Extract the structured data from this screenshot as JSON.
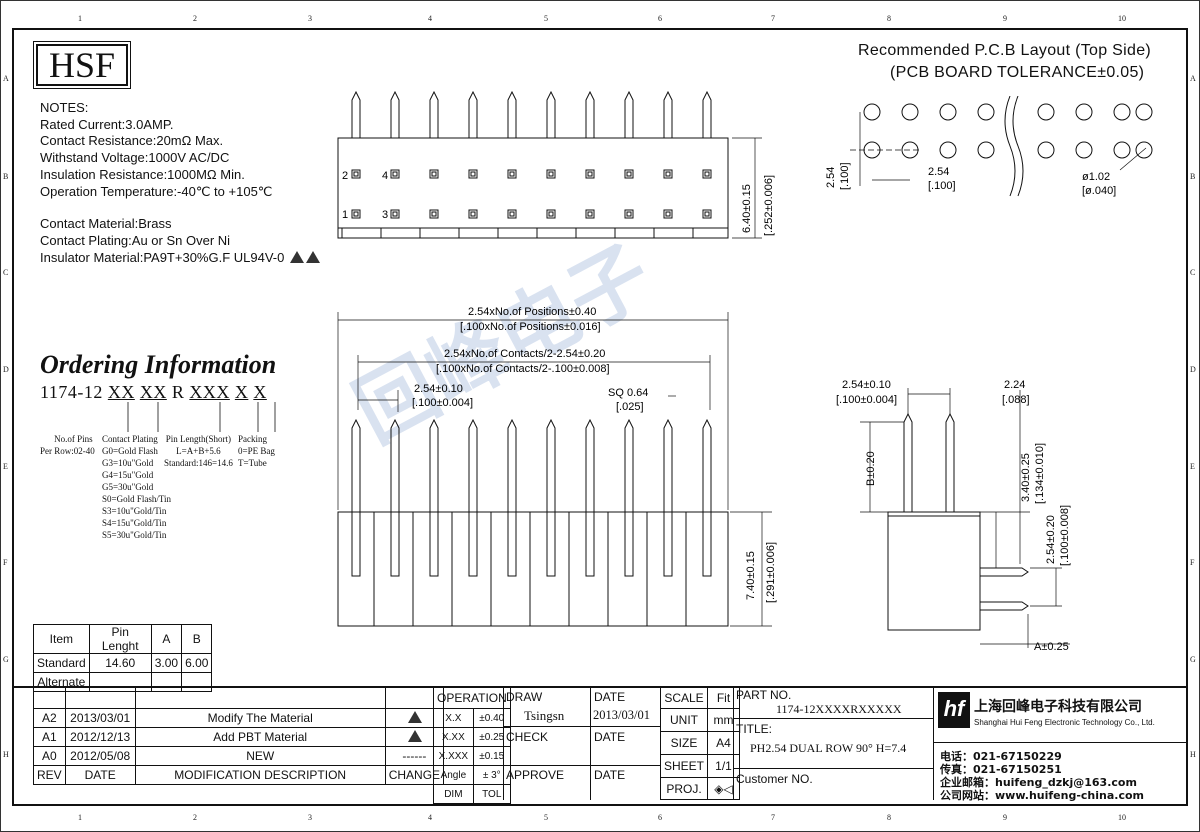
{
  "logo": "HSF",
  "zones": {
    "cols": [
      "1",
      "2",
      "3",
      "4",
      "5",
      "6",
      "7",
      "8",
      "9",
      "10"
    ],
    "rows": [
      "A",
      "B",
      "C",
      "D",
      "E",
      "F",
      "G",
      "H"
    ]
  },
  "notes": {
    "heading": "NOTES:",
    "lines": [
      "Rated Current:3.0AMP.",
      "Contact Resistance:20mΩ Max.",
      "Withstand Voltage:1000V AC/DC",
      "Insulation Resistance:1000MΩ Min.",
      "Operation Temperature:-40℃ to +105℃"
    ],
    "material": [
      "Contact Material:Brass",
      "Contact Plating:Au or Sn Over Ni",
      "Insulator Material:PA9T+30%G.F UL94V-0"
    ]
  },
  "pcb": {
    "title1": "Recommended P.C.B Layout (Top Side)",
    "title2": "(PCB BOARD TOLERANCE±0.05)",
    "dim_pitch_v": "2.54",
    "dim_pitch_v_in": "[.100]",
    "dim_pitch_h": "2.54",
    "dim_pitch_h_in": "[.100]",
    "dim_hole": "ø1.02",
    "dim_hole_in": "[ø.040]"
  },
  "top_view": {
    "pin_labels": [
      "2",
      "4",
      "1",
      "3"
    ],
    "dim_h": "6.40±0.15",
    "dim_h_in": "[.252±0.006]"
  },
  "front_view": {
    "dim_total": "2.54xNo.of Positions±0.40",
    "dim_total_in": "[.100xNo.of Positions±0.016]",
    "dim_contacts": "2.54xNo.of Contacts/2-2.54±0.20",
    "dim_contacts_in": "[.100xNo.of Contacts/2-.100±0.008]",
    "dim_pitch": "2.54±0.10",
    "dim_pitch_in": "[.100±0.004]",
    "dim_sq": "SQ 0.64",
    "dim_sq_in": "[.025]",
    "dim_height": "7.40±0.15",
    "dim_height_in": "[.291±0.006]"
  },
  "side_view": {
    "dim_pitch": "2.54±0.10",
    "dim_pitch_in": "[.100±0.004]",
    "dim_224": "2.24",
    "dim_224_in": "[.088]",
    "dim_b": "B±0.20",
    "dim_340": "3.40±0.25",
    "dim_340_in": "[.134±0.010]",
    "dim_254": "2.54±0.20",
    "dim_254_in": "[.100±0.008]",
    "dim_a": "A±0.25"
  },
  "ordering": {
    "title": "Ordering Information",
    "prefix": "1174-12",
    "seg1": "XX",
    "seg2": "XX",
    "seg3": "R",
    "seg4": "XXX",
    "seg5": "X",
    "seg6": "X",
    "pins_title": "No.of Pins",
    "pins_desc": "Per Row:02-40",
    "plating_title": "Contact Plating",
    "plating": [
      "G0=Gold Flash",
      "G3=10u\"Gold",
      "G4=15u\"Gold",
      "G5=30u\"Gold",
      "S0=Gold Flash/Tin",
      "S3=10u\"Gold/Tin",
      "S4=15u\"Gold/Tin",
      "S5=30u\"Gold/Tin"
    ],
    "pinlen_title": "Pin Length(Short)",
    "pinlen": [
      "L=A+B+5.6",
      "Standard:146=14.6"
    ],
    "packing_title": "Packing",
    "packing": [
      "0=PE Bag",
      "T=Tube"
    ]
  },
  "pin_table": {
    "headers": [
      "Item",
      "Pin Lenght",
      "A",
      "B"
    ],
    "rows": [
      [
        "Standard",
        "14.60",
        "3.00",
        "6.00"
      ],
      [
        "Alternate",
        "",
        "",
        ""
      ]
    ]
  },
  "revisions": [
    {
      "rev": "A2",
      "date": "2013/03/01",
      "desc": "Modify The Material",
      "change": "tri"
    },
    {
      "rev": "A1",
      "date": "2012/12/13",
      "desc": "Add PBT Material",
      "change": "tri"
    },
    {
      "rev": "A0",
      "date": "2012/05/08",
      "desc": "NEW",
      "change": "------"
    }
  ],
  "rev_header": {
    "rev": "REV",
    "date": "DATE",
    "desc": "MODIFICATION DESCRIPTION",
    "change": "CHANGE"
  },
  "tolerance": {
    "title": "OPERATION",
    "rows": [
      [
        "X.X",
        "±0.40"
      ],
      [
        "X.XX",
        "±0.25"
      ],
      [
        "X.XXX",
        "±0.15"
      ],
      [
        "Angle",
        "± 3°"
      ]
    ],
    "footer": [
      "DIM",
      "TOL"
    ]
  },
  "approval": {
    "draw": "DRAW",
    "drawer": "Tsingsn",
    "check": "CHECK",
    "approve": "APPROVE",
    "date_label": "DATE",
    "draw_date": "2013/03/01"
  },
  "scale": {
    "scale": "SCALE",
    "fit": "Fit",
    "unit": "UNIT",
    "unit_val": "mm",
    "size": "SIZE",
    "size_val": "A4",
    "sheet": "SHEET",
    "sheet_val": "1/1",
    "proj": "PROJ."
  },
  "part": {
    "part_no_label": "PART NO.",
    "part_no": "1174-12XXXXRXXXXX",
    "title_label": "TITLE:",
    "title": "PH2.54 DUAL ROW 90° H=7.4",
    "customer_label": "Customer NO."
  },
  "company": {
    "name_cn": "上海回峰电子科技有限公司",
    "name_en": "Shanghai Hui Feng Electronic Technology Co., Ltd.",
    "tel": "电话：021-67150229",
    "fax": "传真：021-67150251",
    "email": "企业邮箱：huifeng_dzkj@163.com",
    "web": "公司网站：www.huifeng-china.com"
  },
  "watermark": "回峰电子"
}
